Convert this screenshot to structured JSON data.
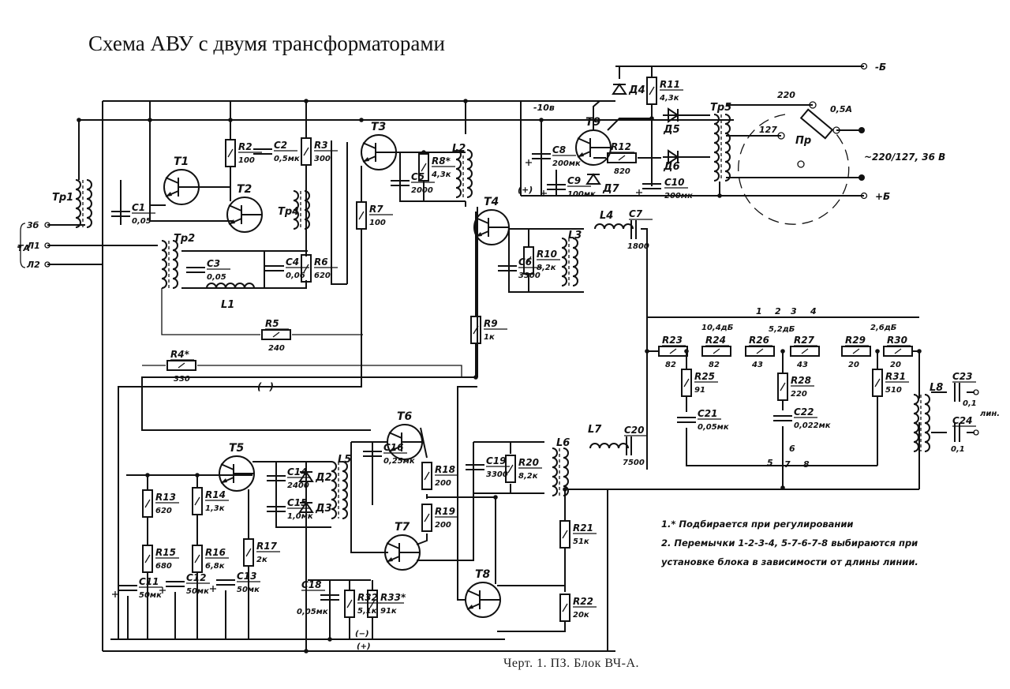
{
  "title": "Схема АВУ с двумя трансформаторами",
  "caption": "Черт. 1. ПЗ. Блок ВЧ-А.",
  "notes": [
    "1.* Подбирается при регулировании",
    "2. Перемычки 1-2-3-4, 5-7-6-7-8 выбираются при",
    "установке блока в зависимости от длины линии."
  ],
  "power": {
    "minus_b": "-Б",
    "plus_b": "+Б",
    "minus_10v": "-10в",
    "mains": "~220/127, 36 В",
    "plus_mark": "(+)",
    "minus_mark": "(−)"
  },
  "inputs": {
    "group": "ТА",
    "terminals": [
      "3б",
      "Л1",
      "Л2"
    ]
  },
  "output_label": "лин.",
  "fuse": {
    "ref": "Пр",
    "rating": "0,5А"
  },
  "tr5_taps": {
    "t220": "220",
    "t127": "127"
  },
  "attenuation": [
    "10,4дБ",
    "5,2дБ",
    "2,6дБ"
  ],
  "jumpers": [
    "1",
    "2",
    "3",
    "4",
    "5",
    "6",
    "7",
    "8"
  ],
  "components": [
    {
      "ref": "T1",
      "value": ""
    },
    {
      "ref": "T2",
      "value": ""
    },
    {
      "ref": "T3",
      "value": ""
    },
    {
      "ref": "T4",
      "value": ""
    },
    {
      "ref": "T5",
      "value": ""
    },
    {
      "ref": "T6",
      "value": ""
    },
    {
      "ref": "T7",
      "value": ""
    },
    {
      "ref": "T8",
      "value": ""
    },
    {
      "ref": "T9",
      "value": ""
    },
    {
      "ref": "R2",
      "value": "100"
    },
    {
      "ref": "R3",
      "value": "300"
    },
    {
      "ref": "R4*",
      "value": "330"
    },
    {
      "ref": "R5",
      "value": "240"
    },
    {
      "ref": "R6",
      "value": "620"
    },
    {
      "ref": "R7",
      "value": "100"
    },
    {
      "ref": "R8*",
      "value": "4,3к"
    },
    {
      "ref": "R9",
      "value": "1к"
    },
    {
      "ref": "R10",
      "value": "8,2к"
    },
    {
      "ref": "R11",
      "value": "4,3к"
    },
    {
      "ref": "R12",
      "value": "820"
    },
    {
      "ref": "R13",
      "value": "620"
    },
    {
      "ref": "R14",
      "value": "1,3к"
    },
    {
      "ref": "R15",
      "value": "680"
    },
    {
      "ref": "R16",
      "value": "6,8к"
    },
    {
      "ref": "R17",
      "value": "2к"
    },
    {
      "ref": "R18",
      "value": "200"
    },
    {
      "ref": "R19",
      "value": "200"
    },
    {
      "ref": "R20",
      "value": "8,2к"
    },
    {
      "ref": "R21",
      "value": "51к"
    },
    {
      "ref": "R22",
      "value": "20к"
    },
    {
      "ref": "R23",
      "value": "82"
    },
    {
      "ref": "R24",
      "value": "82"
    },
    {
      "ref": "R25",
      "value": "91"
    },
    {
      "ref": "R26",
      "value": "43"
    },
    {
      "ref": "R27",
      "value": "43"
    },
    {
      "ref": "R28",
      "value": "220"
    },
    {
      "ref": "R29",
      "value": "20"
    },
    {
      "ref": "R30",
      "value": "20"
    },
    {
      "ref": "R31",
      "value": "510"
    },
    {
      "ref": "R32",
      "value": "5,1к"
    },
    {
      "ref": "R33*",
      "value": "91к"
    },
    {
      "ref": "C1",
      "value": "0,05"
    },
    {
      "ref": "C2",
      "value": "0,5мк"
    },
    {
      "ref": "C3",
      "value": "0,05"
    },
    {
      "ref": "C4",
      "value": "0,06"
    },
    {
      "ref": "C5",
      "value": "2000"
    },
    {
      "ref": "C6",
      "value": "3300"
    },
    {
      "ref": "C7",
      "value": "1800"
    },
    {
      "ref": "C8",
      "value": "200мк"
    },
    {
      "ref": "C9",
      "value": "100мк"
    },
    {
      "ref": "C10",
      "value": "200мк"
    },
    {
      "ref": "C11",
      "value": "50мк"
    },
    {
      "ref": "C12",
      "value": "50мк"
    },
    {
      "ref": "C13",
      "value": "50мк"
    },
    {
      "ref": "C14",
      "value": "2400"
    },
    {
      "ref": "C15",
      "value": "1,0мк"
    },
    {
      "ref": "C16",
      "value": "0,25мк"
    },
    {
      "ref": "C18",
      "value": "0,05мк"
    },
    {
      "ref": "C19",
      "value": "3300"
    },
    {
      "ref": "C20",
      "value": "7500"
    },
    {
      "ref": "C21",
      "value": "0,05мк"
    },
    {
      "ref": "C22",
      "value": "0,022мк"
    },
    {
      "ref": "C23",
      "value": "0,1"
    },
    {
      "ref": "C24",
      "value": "0,1"
    },
    {
      "ref": "Д2",
      "value": ""
    },
    {
      "ref": "Д3",
      "value": ""
    },
    {
      "ref": "Д4",
      "value": ""
    },
    {
      "ref": "Д5",
      "value": ""
    },
    {
      "ref": "Д6",
      "value": ""
    },
    {
      "ref": "Д7",
      "value": ""
    },
    {
      "ref": "Тр1",
      "value": ""
    },
    {
      "ref": "Тр2",
      "value": ""
    },
    {
      "ref": "Тр4",
      "value": ""
    },
    {
      "ref": "Тр5",
      "value": ""
    },
    {
      "ref": "L1",
      "value": ""
    },
    {
      "ref": "L2",
      "value": ""
    },
    {
      "ref": "L3",
      "value": ""
    },
    {
      "ref": "L4",
      "value": ""
    },
    {
      "ref": "L5",
      "value": ""
    },
    {
      "ref": "L6",
      "value": ""
    },
    {
      "ref": "L7",
      "value": ""
    },
    {
      "ref": "L8",
      "value": ""
    }
  ]
}
